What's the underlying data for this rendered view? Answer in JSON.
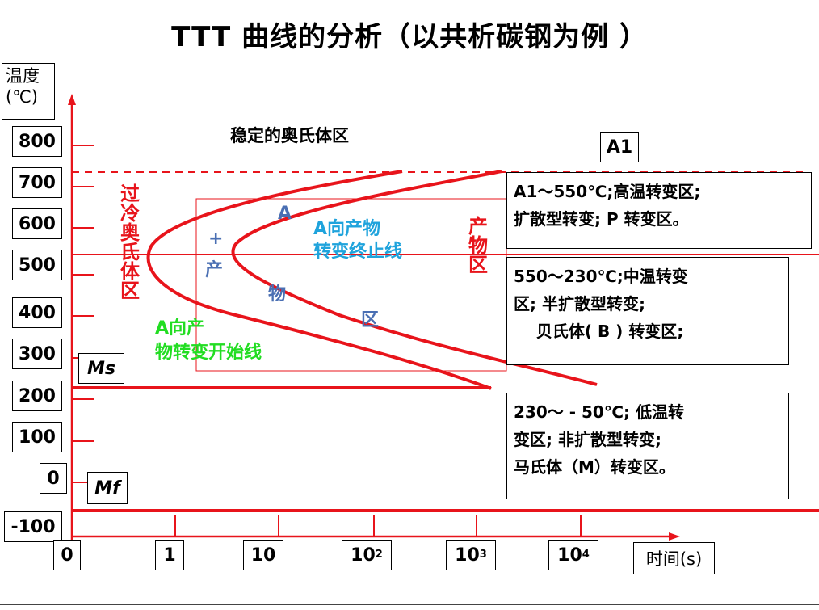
{
  "title": "TTT 曲线的分析（以共析碳钢为例 ）",
  "y_axis": {
    "label_line1": "温度",
    "label_line2": "(℃)",
    "ticks": [
      "800",
      "700",
      "600",
      "500",
      "400",
      "300",
      "200",
      "100",
      "0",
      "-100"
    ]
  },
  "x_axis": {
    "label": "时间(s)",
    "ticks": [
      {
        "base": "0",
        "exp": ""
      },
      {
        "base": "1",
        "exp": ""
      },
      {
        "base": "10",
        "exp": ""
      },
      {
        "base": "10",
        "exp": "2"
      },
      {
        "base": "10",
        "exp": "3"
      },
      {
        "base": "10",
        "exp": "4"
      }
    ]
  },
  "lines": {
    "A1": "A1",
    "Ms": "Ms",
    "Mf": "Mf"
  },
  "regions": {
    "stable_austenite": "稳定的奥氏体区",
    "undercooled_austenite": "过冷奥氏体区",
    "product_zone": "产物区",
    "mixed_A": "A",
    "mixed_plus": "+",
    "mixed_chan": "产",
    "mixed_wu": "物",
    "mixed_qu": "区",
    "finish_line_1": "A向产物",
    "finish_line_2": "转变终止线",
    "start_line_1": "A向产",
    "start_line_2": "物转变开始线"
  },
  "notes": {
    "high": "A1～550℃;高温转变区;\n扩散型转变; P 转变区。",
    "mid": "550～230℃;中温转变\n区; 半扩散型转变;\n    贝氏体( B ) 转变区;",
    "low": "230～ - 50℃; 低温转\n变区; 非扩散型转变;\n马氏体（M）转变区。"
  },
  "colors": {
    "curve": "#e8141b",
    "axis": "#e8141b",
    "blue": "#4a6fb3",
    "cyan": "#1fa3dc",
    "green": "#22dd22"
  }
}
